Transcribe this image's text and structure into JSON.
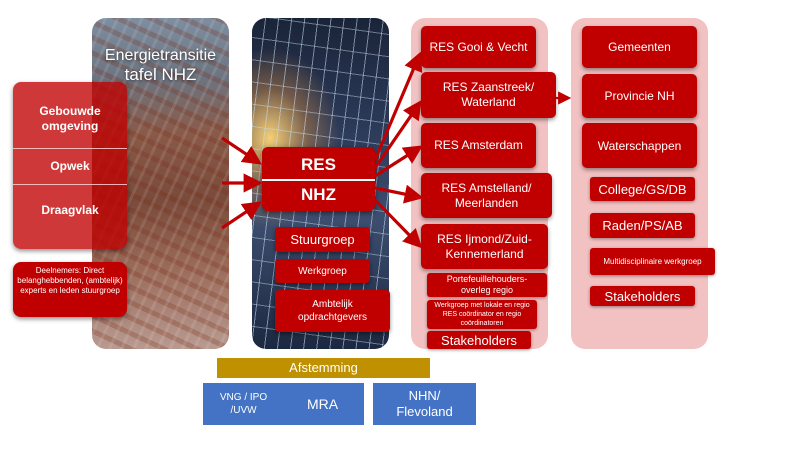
{
  "colors": {
    "red": "#c00000",
    "pink_panel": "#f2c2c2",
    "gold": "#bf9000",
    "blue": "#4472c4"
  },
  "panel_city": {
    "title_line1": "Energietransitie",
    "title_line2": "tafel NHZ",
    "items": [
      "Gebouwde omgeving",
      "Opwek",
      "Draagvlak"
    ],
    "deelnemers": "Deelnemers: Direct belanghebbenden, (ambtelijk) experts en leden stuurgroep"
  },
  "panel_solar": {
    "res_line1": "RES",
    "res_line2": "NHZ",
    "boxes": [
      "Stuurgroep",
      "Werkgroep",
      "Ambtelijk opdrachtgevers"
    ]
  },
  "panel_res": {
    "regions": [
      "RES Gooi & Vecht",
      "RES Zaanstreek/ Waterland",
      "RES Amsterdam",
      "RES Amstelland/ Meerlanden",
      "RES Ijmond/Zuid-Kennemerland"
    ],
    "portefeuille": "Portefeuillehouders-overleg regio",
    "werkgroep": "Werkgroep met lokale en regio RES coördinator en regio coördinatoren",
    "stakeholders": "Stakeholders"
  },
  "panel_gov": {
    "boxes": [
      "Gemeenten",
      "Provincie NH",
      "Waterschappen"
    ],
    "college": "College/GS/DB",
    "raden": "Raden/PS/AB",
    "multi": "Multidisciplinaire werkgroep",
    "stakeholders": "Stakeholders"
  },
  "bottom": {
    "afstemming": "Afstemming",
    "boxes": [
      "VNG / IPO /UVW",
      "MRA",
      "NHN/ Flevoland"
    ]
  }
}
